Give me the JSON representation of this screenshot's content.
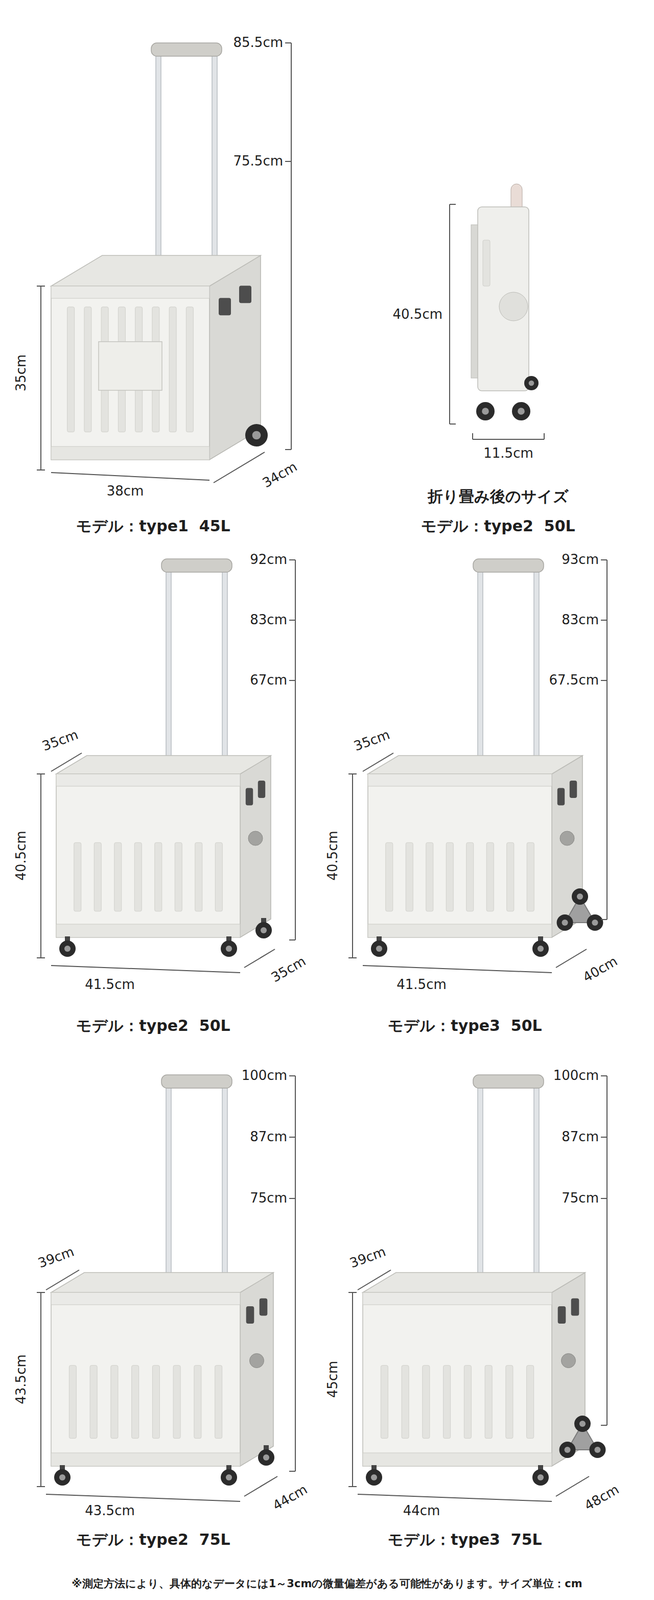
{
  "diagram": {
    "labels": [
      "85.5cm",
      "75.5cm",
      "35cm",
      "38cm",
      "34cm",
      "モデル：type1  45L",
      "40.5cm",
      "11.5cm",
      "折り畳み後のサイズ",
      "モデル：type2  50L",
      "92cm",
      "83cm",
      "67cm",
      "35cm",
      "40.5cm",
      "41.5cm",
      "35cm",
      "モデル：type2  50L",
      "93cm",
      "83cm",
      "67.5cm",
      "35cm",
      "40.5cm",
      "41.5cm",
      "40cm",
      "モデル：type3  50L",
      "100cm",
      "87cm",
      "75cm",
      "39cm",
      "43.5cm",
      "43.5cm",
      "44cm",
      "モデル：type2  75L",
      "100cm",
      "87cm",
      "75cm",
      "39cm",
      "45cm",
      "44cm",
      "48cm",
      "モデル：type3  75L",
      "※測定方法により、具体的なデータには1～3cmの微量偏差がある可能性があります。サイズ単位：cm"
    ]
  }
}
